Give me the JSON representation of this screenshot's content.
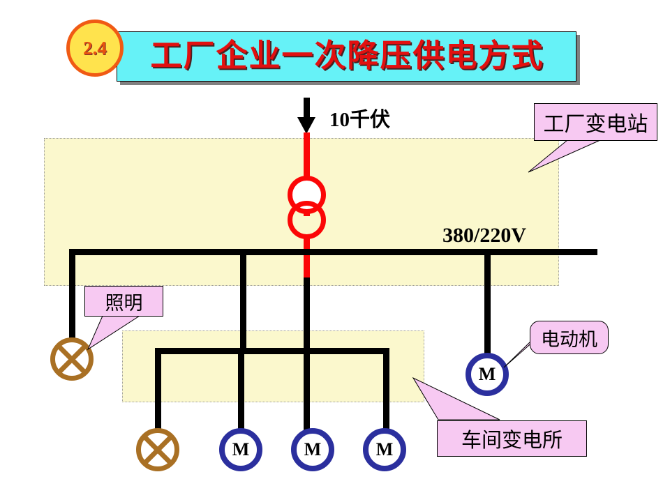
{
  "slide": {
    "section_number": "2.4",
    "title": "工厂企业一次降压供电方式"
  },
  "diagram": {
    "type": "single-line power distribution diagram",
    "incoming": {
      "voltage_label": "10千伏",
      "arrow_icon": "down-arrow-icon",
      "line_color": "#fb0606"
    },
    "transformer": {
      "symbol": "two-overlapping-circles",
      "color": "#fb0606"
    },
    "busbar": {
      "voltage_label": "380/220V",
      "color": "#000000"
    },
    "callouts": [
      {
        "id": "plant-substation",
        "label": "工厂变电站",
        "shape": "rect"
      },
      {
        "id": "lighting",
        "label": "照明",
        "shape": "rect"
      },
      {
        "id": "motor",
        "label": "电动机",
        "shape": "rounded"
      },
      {
        "id": "workshop-substation",
        "label": "车间变电所",
        "shape": "rect"
      }
    ],
    "loads": {
      "lamp_icon": "lamp-circle-x-icon",
      "lamp_color": "#a97024",
      "motor_icon": "motor-circle-icon",
      "motor_color": "#2b2f9e",
      "motor_letter": "M",
      "items": [
        {
          "kind": "lamp",
          "branch": "main-left"
        },
        {
          "kind": "motor",
          "branch": "main-right"
        },
        {
          "kind": "lamp",
          "branch": "workshop"
        },
        {
          "kind": "motor",
          "branch": "workshop"
        },
        {
          "kind": "motor",
          "branch": "workshop"
        },
        {
          "kind": "motor",
          "branch": "workshop"
        }
      ]
    },
    "regions": [
      {
        "id": "plant-substation-area",
        "fill": "#fbf8cd"
      },
      {
        "id": "workshop-substation-area",
        "fill": "#fbf8cd"
      }
    ]
  },
  "colors": {
    "banner_bg": "#66f2f7",
    "title_text": "#e21010",
    "badge_fill": "#ffe34d",
    "badge_border": "#f05a14",
    "callout_bg": "#f7c9f2",
    "region_fill": "#fbf8cd",
    "hv_line": "#fb0606",
    "lv_line": "#000000",
    "motor_ring": "#2b2f9e",
    "lamp_ring": "#a97024"
  }
}
